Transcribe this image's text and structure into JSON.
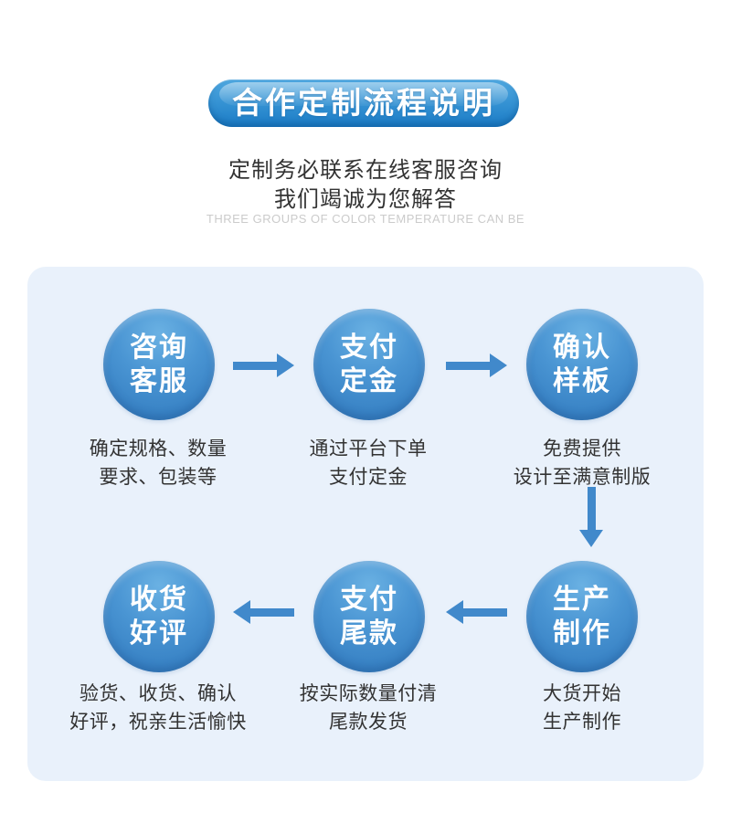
{
  "header": {
    "badge_label": "合作定制流程说明"
  },
  "subtitle": {
    "line1": "定制务必联系在线客服咨询",
    "line2": "我们竭诚为您解答",
    "caption_en": "THREE GROUPS OF COLOR TEMPERATURE CAN BE"
  },
  "flow": {
    "steps": [
      {
        "title_line1": "咨询",
        "title_line2": "客服",
        "desc_line1": "确定规格、数量",
        "desc_line2": "要求、包装等"
      },
      {
        "title_line1": "支付",
        "title_line2": "定金",
        "desc_line1": "通过平台下单",
        "desc_line2": "支付定金"
      },
      {
        "title_line1": "确认",
        "title_line2": "样板",
        "desc_line1": "免费提供",
        "desc_line2": "设计至满意制版"
      },
      {
        "title_line1": "生产",
        "title_line2": "制作",
        "desc_line1": "大货开始",
        "desc_line2": "生产制作"
      },
      {
        "title_line1": "支付",
        "title_line2": "尾款",
        "desc_line1": "按实际数量付清",
        "desc_line2": "尾款发货"
      },
      {
        "title_line1": "收货",
        "title_line2": "好评",
        "desc_line1": "验货、收货、确认",
        "desc_line2": "好评，祝亲生活愉快"
      }
    ]
  },
  "colors": {
    "badge_top": "#4FA8E0",
    "badge_bottom": "#1B7CC6",
    "circle_light": "#6AB1E3",
    "circle_dark": "#2F76B8",
    "arrow": "#4189CB",
    "panel_bg": "#E9F1FB",
    "text_dark": "#333333",
    "caption_en_gray": "#CBCBCB"
  }
}
